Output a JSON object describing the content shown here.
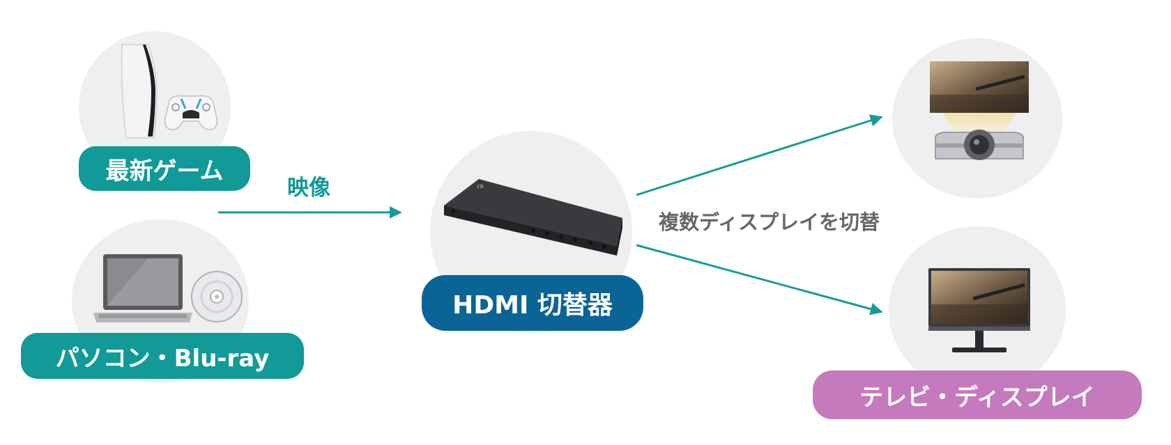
{
  "inputs": {
    "game_label": "最新ゲーム",
    "pc_label": "パソコン・Blu-ray"
  },
  "signal_label": "映像",
  "switcher": {
    "label": "HDMI 切替器"
  },
  "switch_caption": "複数ディスプレイを切替",
  "outputs": {
    "display_label": "テレビ・ディスプレイ"
  },
  "colors": {
    "teal": "#119a98",
    "blue": "#0a6496",
    "pink": "#c47abd",
    "arrow": "#1a9b97",
    "circle": "#efefef",
    "caption_gray": "#666666"
  }
}
